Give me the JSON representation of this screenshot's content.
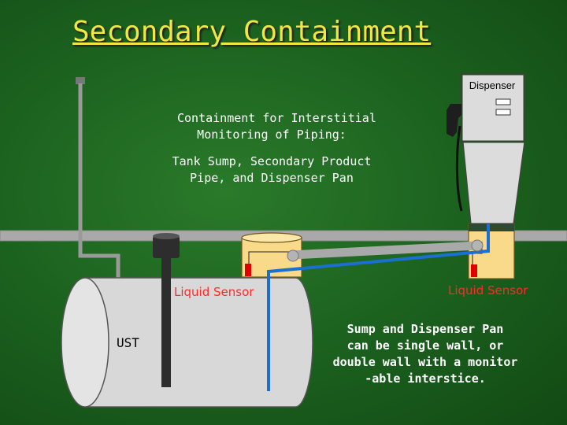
{
  "title": "Secondary Containment",
  "caption_containment": "Containment for Interstitial\nMonitoring of Piping:",
  "caption_components": "Tank Sump, Secondary Product\nPipe, and Dispenser Pan",
  "caption_sump_note": "Sump and Dispenser Pan\ncan be single wall, or\ndouble wall with a monitor\n-able interstice.",
  "labels": {
    "dispenser": "Dispenser",
    "ust": "UST",
    "liquid_sensor_tank": "Liquid Sensor",
    "liquid_sensor_dispenser": "Liquid Sensor"
  },
  "colors": {
    "title": "#f2e640",
    "sensor_text": "#ff2a2a",
    "product_pipe": "#1a6fd0",
    "sump_fill": "#f9d98a",
    "ground": "#a9a9a9"
  }
}
